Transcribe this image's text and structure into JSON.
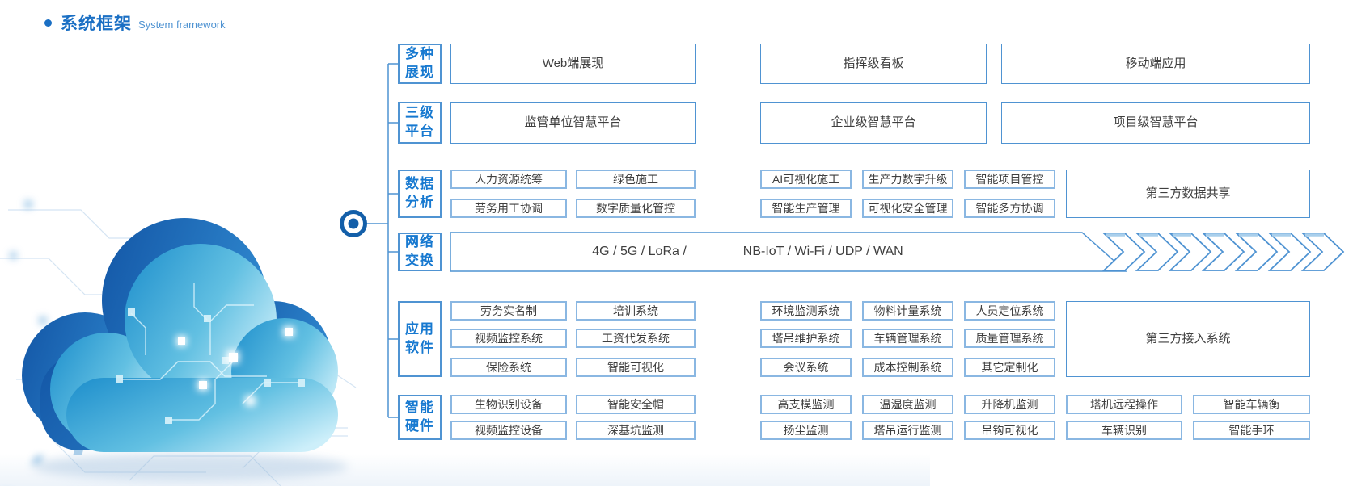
{
  "title": {
    "zh": "系统框架",
    "en": "System framework"
  },
  "colors": {
    "accent": "#1a6fc4",
    "box_border": "#4f93d2",
    "small_box_border": "#8ab7e2",
    "category_text": "#1779d0",
    "body_text": "#3f3f3f"
  },
  "categories": [
    "多种\n展现",
    "三级\n平台",
    "数据\n分析",
    "网络\n交换",
    "应用\n软件",
    "智能\n硬件"
  ],
  "rows": {
    "display": [
      "Web端展现",
      "指挥级看板",
      "移动端应用"
    ],
    "platform": [
      "监管单位智慧平台",
      "企业级智慧平台",
      "项目级智慧平台"
    ],
    "analysis": {
      "a": [
        [
          "人力资源统筹",
          "绿色施工"
        ],
        [
          "劳务用工协调",
          "数字质量化管控"
        ]
      ],
      "b": [
        [
          "AI可视化施工",
          "生产力数字升级",
          "智能项目管控"
        ],
        [
          "智能生产管理",
          "可视化安全管理",
          "智能多方协调"
        ]
      ],
      "side": "第三方数据共享"
    },
    "network": {
      "left": "4G / 5G / LoRa /",
      "right": "NB-IoT / Wi-Fi / UDP / WAN"
    },
    "software": {
      "a": [
        [
          "劳务实名制",
          "培训系统"
        ],
        [
          "视频监控系统",
          "工资代发系统"
        ],
        [
          "保险系统",
          "智能可视化"
        ]
      ],
      "b": [
        [
          "环境监测系统",
          "物料计量系统",
          "人员定位系统"
        ],
        [
          "塔吊维护系统",
          "车辆管理系统",
          "质量管理系统"
        ],
        [
          "会议系统",
          "成本控制系统",
          "其它定制化"
        ]
      ],
      "side": "第三方接入系统"
    },
    "hardware": {
      "a": [
        [
          "生物识别设备",
          "智能安全帽"
        ],
        [
          "视频监控设备",
          "深基坑监测"
        ]
      ],
      "b": [
        [
          "高支模监测",
          "温湿度监测",
          "升降机监测",
          "塔机远程操作",
          "智能车辆衡"
        ],
        [
          "扬尘监测",
          "塔吊运行监测",
          "吊钩可视化",
          "车辆识别",
          "智能手环"
        ]
      ]
    }
  }
}
